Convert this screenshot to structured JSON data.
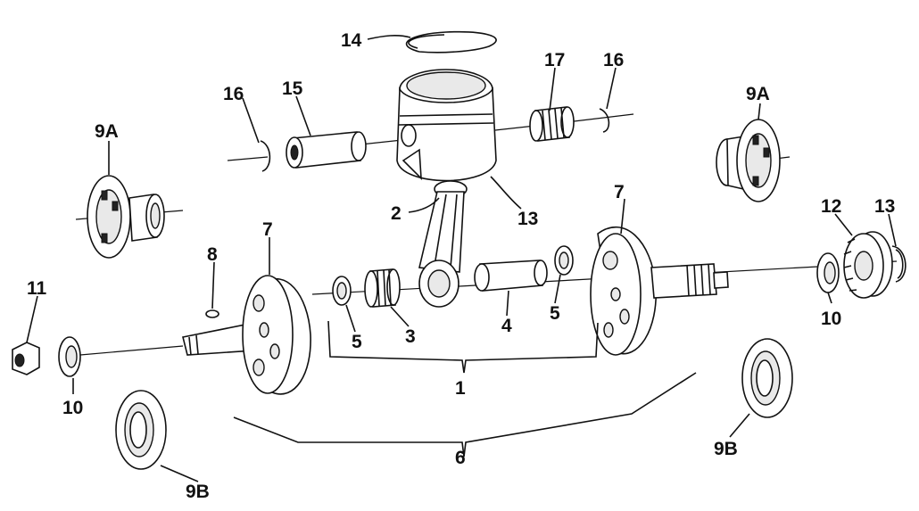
{
  "labels": {
    "p1": "1",
    "p2": "2",
    "p3": "3",
    "p4": "4",
    "p5a": "5",
    "p5b": "5",
    "p6": "6",
    "p7a": "7",
    "p7b": "7",
    "p8": "8",
    "p9a_left": "9A",
    "p9a_right": "9A",
    "p9b_left": "9B",
    "p9b_right": "9B",
    "p10a": "10",
    "p10b": "10",
    "p11": "11",
    "p12": "12",
    "p13a": "13",
    "p13b": "13",
    "p14": "14",
    "p15": "15",
    "p16a": "16",
    "p16b": "16",
    "p17": "17"
  }
}
